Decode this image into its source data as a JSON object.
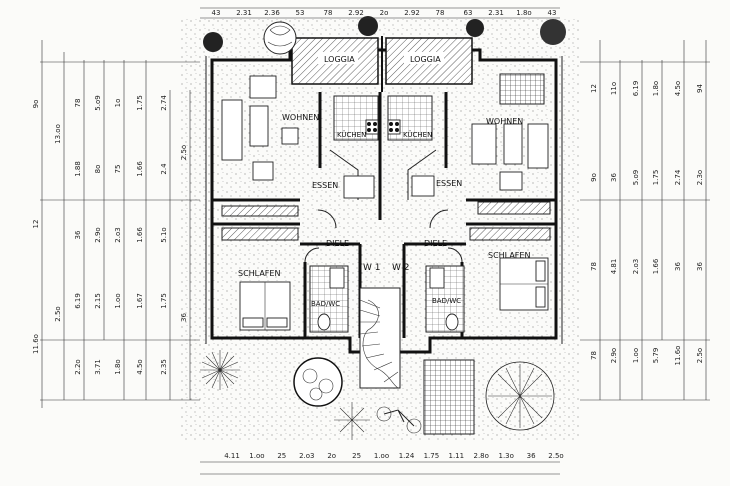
{
  "rooms": {
    "loggia_left": "LOGGIA",
    "loggia_right": "LOGGIA",
    "kuechen_left": "KÜCHEN",
    "kuechen_right": "KÜCHEN",
    "wohnen_left": "WOHNEN",
    "wohnen_right": "WOHNEN",
    "essen_left": "ESSEN",
    "essen_right": "ESSEN",
    "diele_left": "DIELE",
    "diele_right": "DIELE",
    "schlafen_left": "SCHLAFEN",
    "schlafen_right": "SCHLAFEN",
    "bad_left": "BAD/WC",
    "bad_right": "BAD/WC",
    "w1": "W 1",
    "w2": "W 2"
  },
  "dims_top": [
    "43",
    "2.31",
    "2.36",
    "53",
    "78",
    "2.92",
    "2o",
    "2.92",
    "78",
    "63",
    "2.31",
    "1.8o",
    "43"
  ],
  "dims_bottom": [
    "4.11",
    "1.oo",
    "25",
    "2.o3",
    "2o",
    "25",
    "1.oo",
    "1.24",
    "1.75",
    "1.11",
    "2.8o",
    "1.3o",
    "36",
    "2.5o"
  ],
  "dims_left_outer": [
    "9o",
    "12",
    "11.6o",
    "13.oo",
    "2.5o"
  ],
  "dims_left_inner": [
    "78",
    "1.88",
    "36",
    "6.19",
    "2.2o",
    "5.o9",
    "8o",
    "2.9o",
    "2.15",
    "3.71",
    "1o",
    "75",
    "2.o3",
    "1.oo",
    "1.8o",
    "1.75",
    "1.66",
    "1.66",
    "1.67",
    "4.5o",
    "2.74",
    "2.4",
    "5.1o",
    "1.75",
    "2.35",
    "2.5o",
    "36"
  ],
  "dims_right": [
    "12",
    "9o",
    "78",
    "78",
    "11o",
    "36",
    "4.81",
    "2.9o",
    "6.19",
    "5.o9",
    "2.o3",
    "1.oo",
    "1.8o",
    "1.75",
    "1.66",
    "5.79",
    "4.5o",
    "2.74",
    "36",
    "11.6o",
    "94",
    "2.3o",
    "36",
    "2.5o"
  ]
}
